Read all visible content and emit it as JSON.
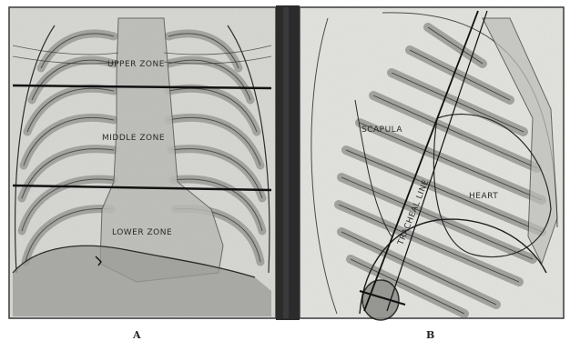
{
  "panel_a": {
    "caption": "A",
    "labels": {
      "upper_zone": "UPPER ZONE",
      "middle_zone": "MIDDLE ZONE",
      "lower_zone": "LOWER ZONE"
    }
  },
  "panel_b": {
    "caption": "B",
    "labels": {
      "scapula": "SCAPULA",
      "heart": "HEART",
      "tracheal_line": "TRACHEAL LINE"
    }
  },
  "colors": {
    "background": "#ffffff",
    "film": "#d8d8d4",
    "ink": "#1e1e1e",
    "divider": "#2b2b2b"
  }
}
